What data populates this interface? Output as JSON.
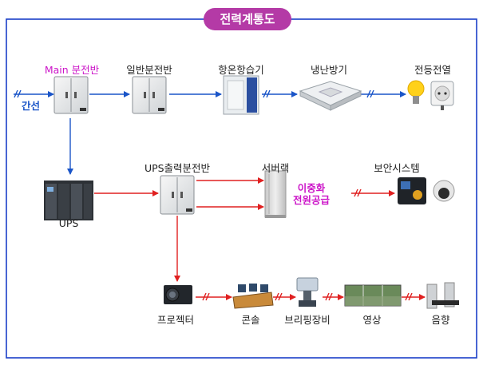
{
  "title": "전력계통도",
  "nodes": {
    "trunk": "간선",
    "main_panel": "Main 분전반",
    "general_panel": "일반분전반",
    "thermo_humidistat": "항온항습기",
    "air_conditioner": "냉난방기",
    "lighting_outlet": "전등전열",
    "ups": "UPS",
    "ups_output_panel": "UPS출력분전반",
    "server_rack": "서버랙",
    "redundant_power_line1": "이중화",
    "redundant_power_line2": "전원공급",
    "security_system": "보안시스템",
    "projector": "프로젝터",
    "console": "콘솔",
    "briefing_equipment": "브리핑장비",
    "video": "영상",
    "audio": "음향"
  },
  "colors": {
    "frame": "#1a3fc8",
    "blue_line": "#1a55c8",
    "red_line": "#e02020",
    "accent": "#b43aa6",
    "highlight_text": "#cc14c8"
  }
}
